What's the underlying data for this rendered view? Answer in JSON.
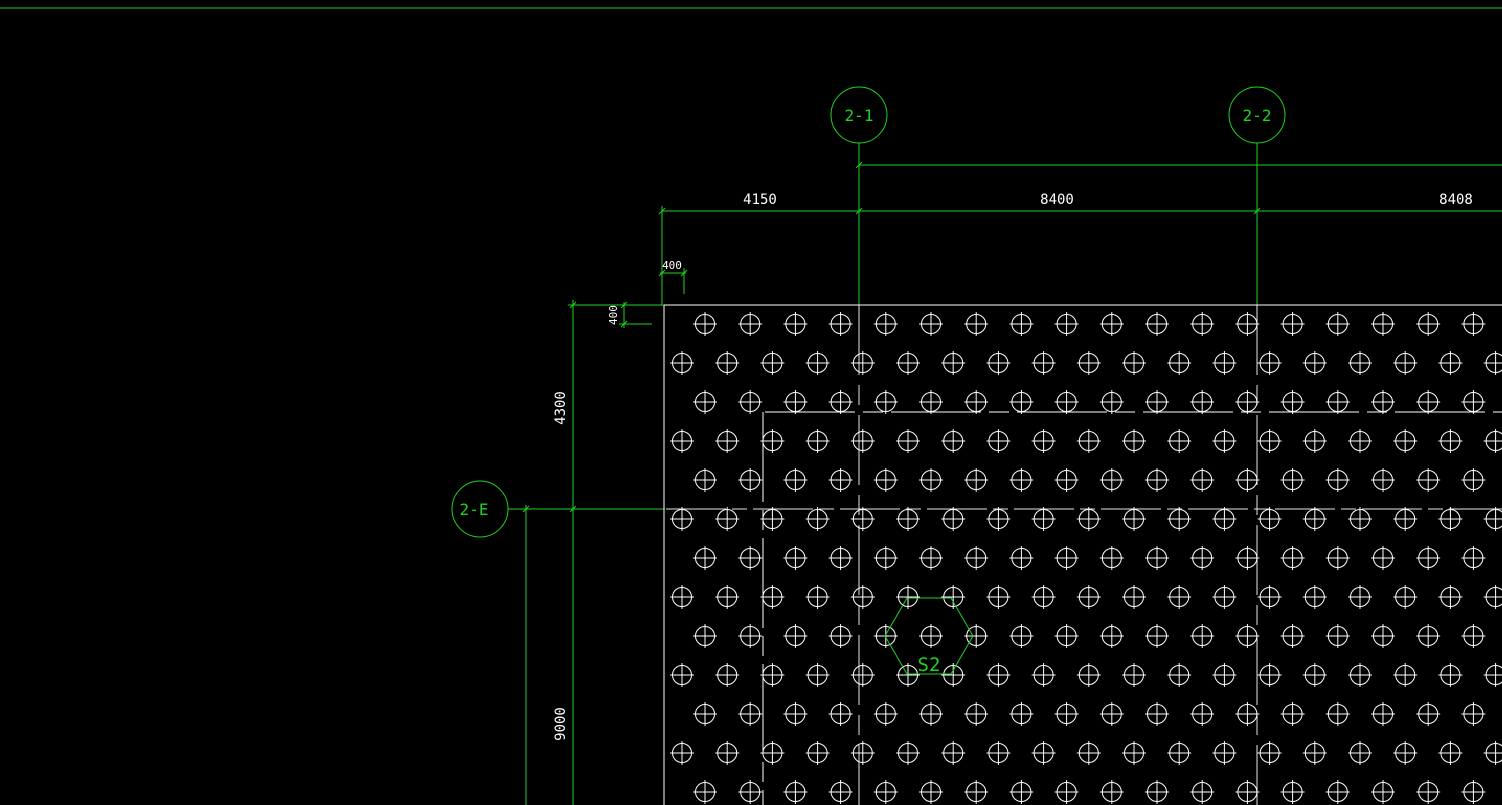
{
  "drawing": {
    "grid_bubbles": {
      "col_1": "2-1",
      "col_2": "2-2",
      "row_e": "2-E"
    },
    "dimensions": {
      "top_1": "4150",
      "top_2": "8400",
      "top_3": "8408",
      "small_h": "400",
      "small_v": "400",
      "left_1": "4300",
      "left_2": "9000"
    },
    "pile_group_tag": "S2",
    "colors": {
      "line": "#1fd21f",
      "pile": "#ffffff",
      "background": "#000000"
    }
  }
}
